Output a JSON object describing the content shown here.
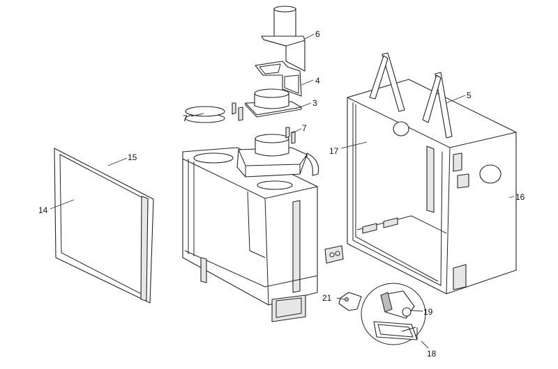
{
  "diagram": {
    "type": "exploded-parts-view",
    "callouts": [
      {
        "id": "6",
        "part": "flue-collar-6"
      },
      {
        "id": "4",
        "part": "bracket-frame-4"
      },
      {
        "id": "3",
        "part": "collar-plate-3"
      },
      {
        "id": "7",
        "part": "damper-7-left"
      },
      {
        "id": "7",
        "part": "damper-7-right"
      },
      {
        "id": "5",
        "part": "cabinet-top-5"
      },
      {
        "id": "17",
        "part": "inner-liner-17"
      },
      {
        "id": "15",
        "part": "glass-frame-15"
      },
      {
        "id": "14",
        "part": "glass-panel-14"
      },
      {
        "id": "16",
        "part": "outer-cabinet-16"
      },
      {
        "id": "21",
        "part": "switch-21"
      },
      {
        "id": "19",
        "part": "blower-19"
      },
      {
        "id": "18",
        "part": "blower-housing-18"
      }
    ]
  }
}
